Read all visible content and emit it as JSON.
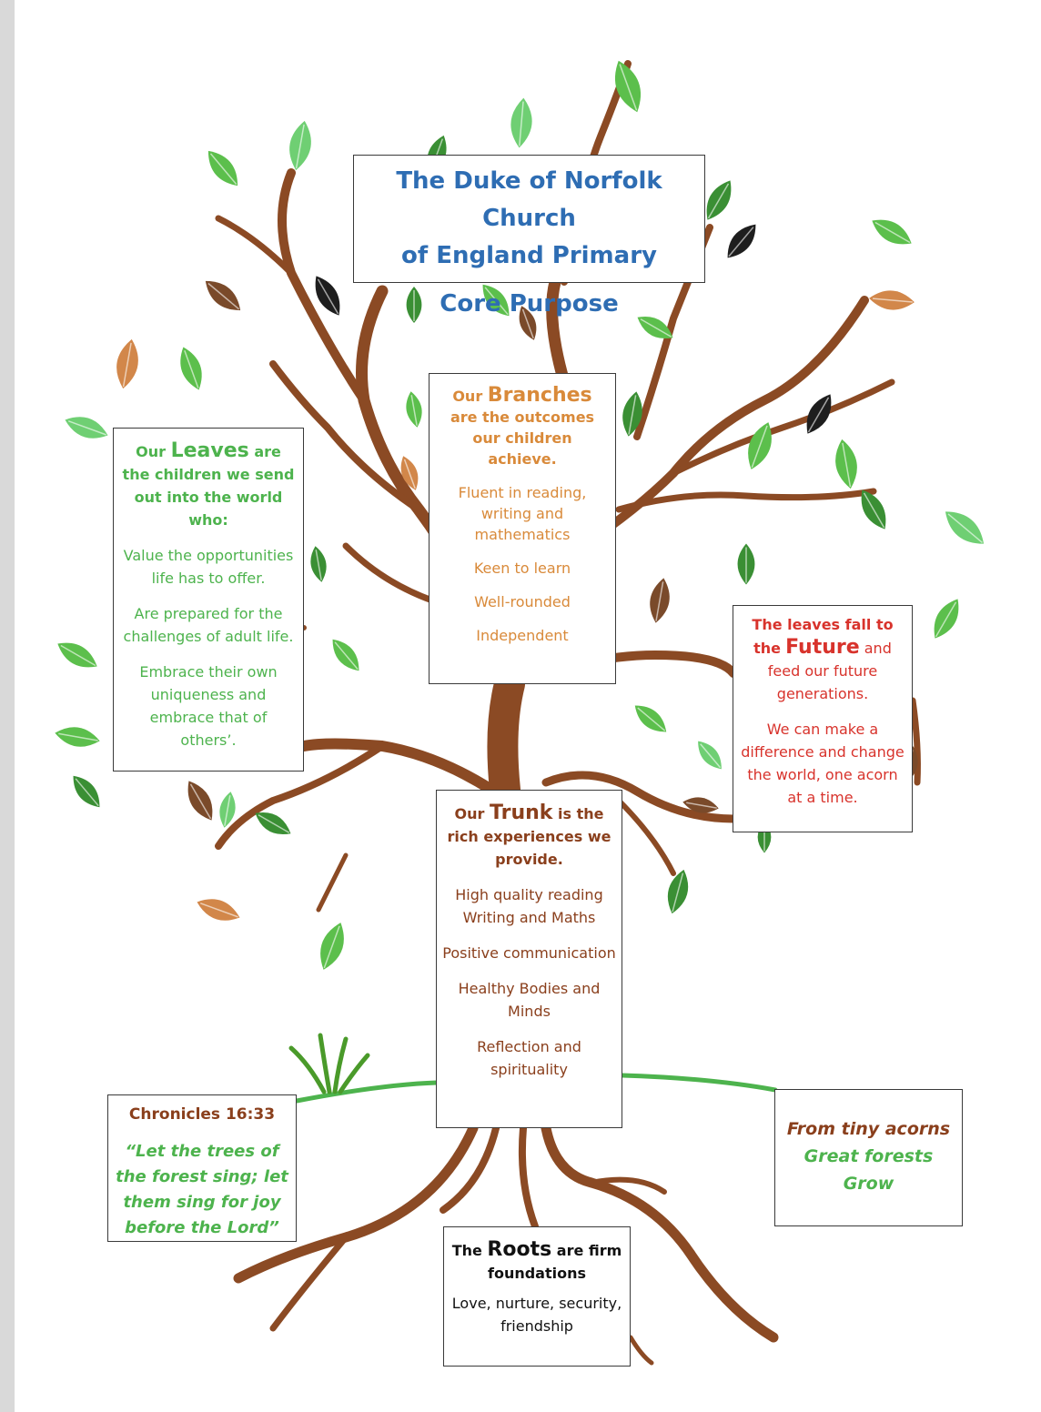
{
  "title": {
    "line1": "The Duke of Norfolk Church",
    "line2": "of England Primary",
    "line3": "Core Purpose"
  },
  "leaves": {
    "prefix": "Our",
    "keyword": "Leaves",
    "suffix": "are the children we send out into the world who:",
    "items": [
      "Value the opportunities life has to offer.",
      "Are prepared for the challenges of adult life.",
      "Embrace their own uniqueness and embrace that of others’."
    ]
  },
  "branches": {
    "prefix": "Our",
    "keyword": "Branches",
    "suffix": "are the outcomes our children achieve.",
    "items": [
      "Fluent in reading, writing and mathematics",
      "Keen to learn",
      "Well-rounded",
      "Independent"
    ]
  },
  "future": {
    "prefix": "The leaves fall to the",
    "keyword": "Future",
    "suffix": "and feed our future generations.",
    "closing": "We can make a difference and change the world, one acorn at a time."
  },
  "trunk": {
    "prefix": "Our",
    "keyword": "Trunk",
    "suffix": "is the rich experiences we provide.",
    "items": [
      "High quality reading Writing and Maths",
      "Positive communication",
      "Healthy Bodies and Minds",
      "Reflection and spirituality"
    ]
  },
  "chronicles": {
    "reference": "Chronicles 16:33",
    "quote": "“Let the trees of the forest sing; let them sing for joy before the Lord”"
  },
  "acorns": {
    "line1": "From tiny acorns",
    "line2": "Great forests",
    "line3": "Grow"
  },
  "roots": {
    "prefix": "The",
    "keyword": "Roots",
    "suffix": "are firm foundations",
    "items": "Love, nurture, security, friendship"
  },
  "colors": {
    "title_blue": "#2e6db3",
    "leaves_green": "#4db34d",
    "branches_orange": "#d98a3a",
    "future_red": "#d8332c",
    "trunk_brown": "#8a3f1c",
    "tree_brown": "#8b4a24"
  }
}
